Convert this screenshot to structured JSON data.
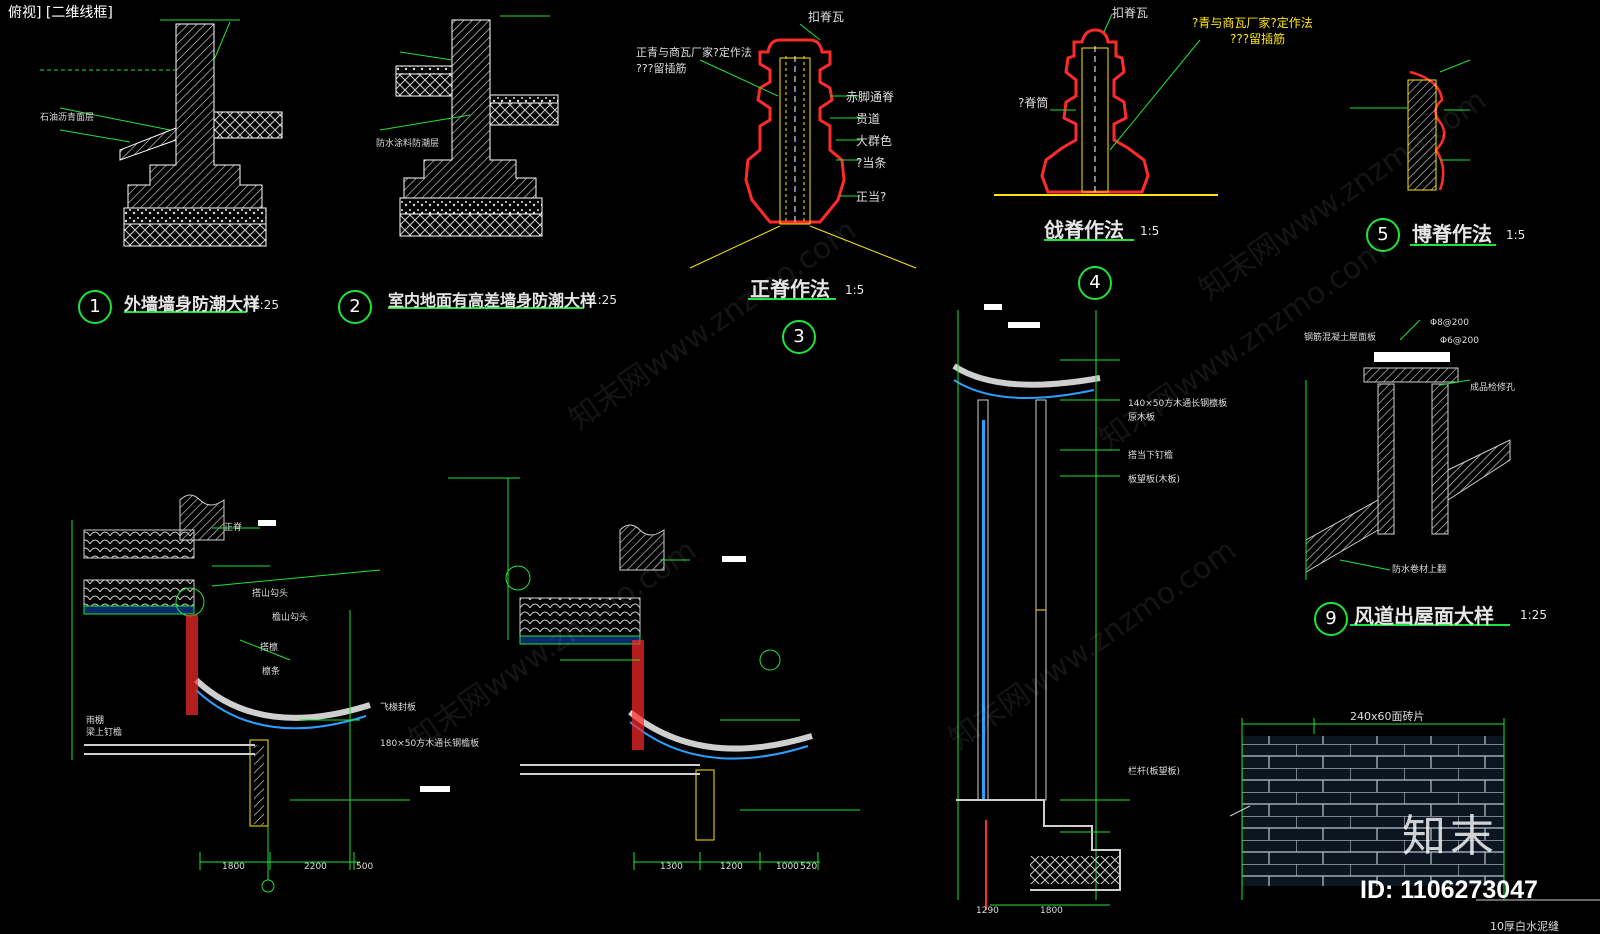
{
  "window": {
    "view_label": "俯视] [二维线框]"
  },
  "colors": {
    "background": "#000000",
    "line_green": "#1de43a",
    "line_red": "#ff2a2a",
    "line_yellow": "#ffe600",
    "line_white": "#ffffff",
    "hatch": "#cfcfcf"
  },
  "details": [
    {
      "num": "1",
      "title": "外墙墙身防潮大样",
      "scale": "1:25"
    },
    {
      "num": "2",
      "title": "室内地面有高差墙身防潮大样",
      "scale": "1:25"
    },
    {
      "num": "3",
      "title": "正脊作法",
      "scale": "1:5"
    },
    {
      "num": "4",
      "title": "戗脊作法",
      "scale": "1:5"
    },
    {
      "num": "5",
      "title": "博脊作法",
      "scale": "1:5"
    },
    {
      "num": "9",
      "title": "风道出屋面大样",
      "scale": "1:25"
    }
  ],
  "ridge_labels_3": [
    "扣脊瓦",
    "正青与商瓦厂家?定作法",
    "???留插筋",
    "赤脚通脊",
    "贵道",
    "大群色",
    "?当条",
    "正当?"
  ],
  "ridge_labels_4": [
    "扣脊瓦",
    "?青与商瓦厂家?定作法",
    "???留插筋",
    "?脊筒"
  ],
  "dims_bottom_left": [
    "1800",
    "2200",
    "500"
  ],
  "dims_bottom_mid": [
    "1300",
    "1200",
    "1000",
    "520"
  ],
  "dims_wall": [
    "1290",
    "1800"
  ],
  "section_notes": [
    "正脊",
    "搭山勾头",
    "檐山勾头",
    "飞椽封板",
    "180×50方木通长钢檐板",
    "搭檩",
    "檩条",
    "梁上钉檐",
    "雨棚",
    "140×50方木通长钢檩板",
    "原木板",
    "搭当下钉檐",
    "板望板(木板)",
    "栏杆(板望板)",
    "石油沥青面层",
    "防水涂料防潮层"
  ],
  "vent_notes": [
    "钢筋混凝土屋面板",
    "Φ8@200",
    "Φ6@200",
    "成品检修孔",
    "防水卷材上翻"
  ],
  "brick_label": "240x60面砖片",
  "bottom_note": "10厚白水泥缝",
  "brand": {
    "logo": "知末",
    "id": "ID: 1106273047"
  },
  "watermark": "知末网www.znzmo.com"
}
